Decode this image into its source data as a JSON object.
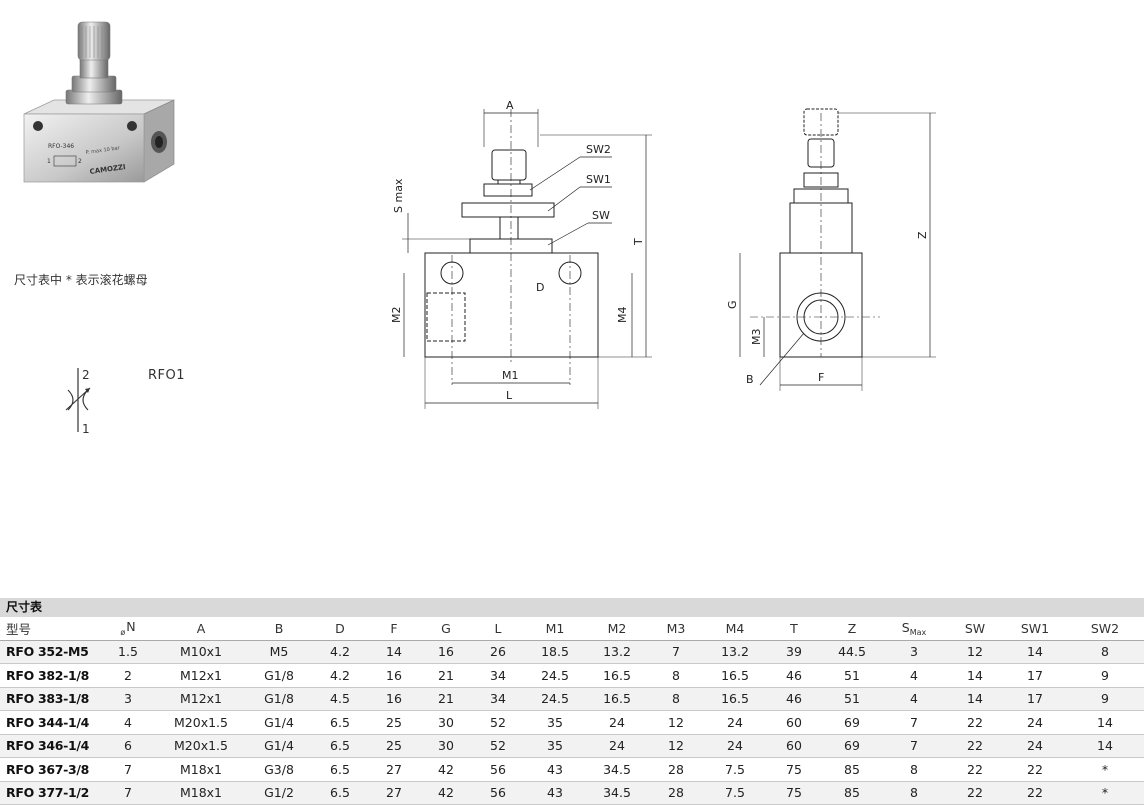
{
  "product": {
    "brand": "CAMOZZI",
    "model_marking": "RFO-346",
    "pressure_marking": "P. max 10 bar",
    "port_in": "1",
    "port_out": "2"
  },
  "note": "尺寸表中 * 表示滚花螺母",
  "symbol": {
    "label": "RFO1",
    "port_top": "2",
    "port_bottom": "1"
  },
  "drawing_labels": {
    "A": "A",
    "SW2": "SW2",
    "SW1": "SW1",
    "SW": "SW",
    "S": "S max",
    "T": "T",
    "D": "D",
    "M2": "M2",
    "M4": "M4",
    "M1": "M1",
    "L": "L",
    "Z": "Z",
    "G": "G",
    "M3": "M3",
    "B": "B",
    "F": "F"
  },
  "table": {
    "title": "尺寸表",
    "headers": {
      "model": "型号",
      "N_prefix": "ø",
      "N": "N",
      "A": "A",
      "B": "B",
      "D": "D",
      "F": "F",
      "G": "G",
      "L": "L",
      "M1": "M1",
      "M2": "M2",
      "M3": "M3",
      "M4": "M4",
      "T": "T",
      "Z": "Z",
      "S": "S",
      "S_sub": "Max",
      "SW": "SW",
      "SW1": "SW1",
      "SW2": "SW2"
    },
    "rows": [
      [
        "RFO 352-M5",
        "1.5",
        "M10x1",
        "M5",
        "4.2",
        "14",
        "16",
        "26",
        "18.5",
        "13.2",
        "7",
        "13.2",
        "39",
        "44.5",
        "3",
        "12",
        "14",
        "8"
      ],
      [
        "RFO 382-1/8",
        "2",
        "M12x1",
        "G1/8",
        "4.2",
        "16",
        "21",
        "34",
        "24.5",
        "16.5",
        "8",
        "16.5",
        "46",
        "51",
        "4",
        "14",
        "17",
        "9"
      ],
      [
        "RFO 383-1/8",
        "3",
        "M12x1",
        "G1/8",
        "4.5",
        "16",
        "21",
        "34",
        "24.5",
        "16.5",
        "8",
        "16.5",
        "46",
        "51",
        "4",
        "14",
        "17",
        "9"
      ],
      [
        "RFO 344-1/4",
        "4",
        "M20x1.5",
        "G1/4",
        "6.5",
        "25",
        "30",
        "52",
        "35",
        "24",
        "12",
        "24",
        "60",
        "69",
        "7",
        "22",
        "24",
        "14"
      ],
      [
        "RFO 346-1/4",
        "6",
        "M20x1.5",
        "G1/4",
        "6.5",
        "25",
        "30",
        "52",
        "35",
        "24",
        "12",
        "24",
        "60",
        "69",
        "7",
        "22",
        "24",
        "14"
      ],
      [
        "RFO 367-3/8",
        "7",
        "M18x1",
        "G3/8",
        "6.5",
        "27",
        "42",
        "56",
        "43",
        "34.5",
        "28",
        "7.5",
        "75",
        "85",
        "8",
        "22",
        "22",
        "*"
      ],
      [
        "RFO 377-1/2",
        "7",
        "M18x1",
        "G1/2",
        "6.5",
        "27",
        "42",
        "56",
        "43",
        "34.5",
        "28",
        "7.5",
        "75",
        "85",
        "8",
        "22",
        "22",
        "*"
      ]
    ]
  }
}
